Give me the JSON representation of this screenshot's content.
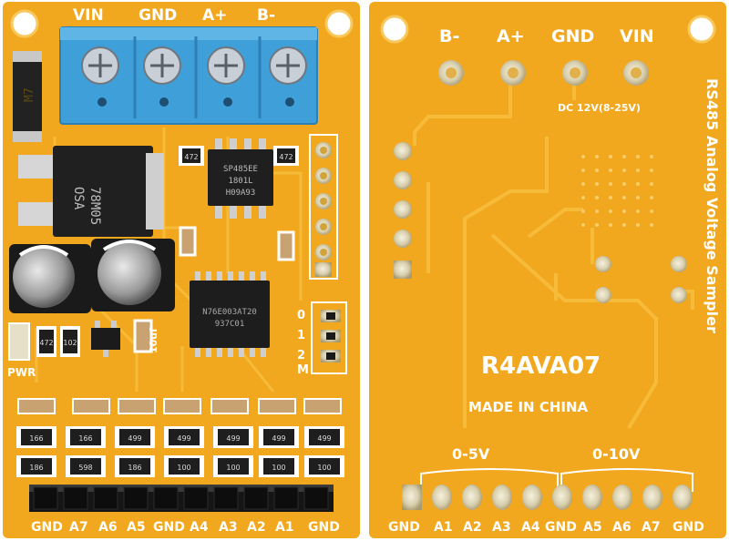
{
  "front": {
    "top_labels": [
      "VIN",
      "GND",
      "A+",
      "B-"
    ],
    "bottom_labels": [
      "GND",
      "A7",
      "A6",
      "A5",
      "GND",
      "A4",
      "A3",
      "A2",
      "A1",
      "GND"
    ],
    "pwr_label": "PWR",
    "m_labels": [
      "M",
      "2",
      "1",
      "0"
    ],
    "regulator_text": [
      "78M05",
      "OSA"
    ],
    "ic_transceiver_text": [
      "SP485EE",
      "1801L",
      "H09A93"
    ],
    "ic_mcu_text": [
      "N76E003AT20",
      "937C01"
    ],
    "cap_label": "10uf",
    "resistor_codes": [
      "472",
      "472",
      "472",
      "102",
      "166",
      "166",
      "499",
      "499",
      "499",
      "499",
      "186",
      "598",
      "186",
      "100",
      "100",
      "100"
    ],
    "diode_text": "M7"
  },
  "back": {
    "top_labels": [
      "B-",
      "A+",
      "GND",
      "VIN"
    ],
    "dc_label": "DC 12V(8-25V)",
    "side_title": "RS485 Analog Voltage Sampler",
    "model": "R4AVA07",
    "made_in": "MADE IN CHINA",
    "range_low": "0-5V",
    "range_high": "0-10V",
    "bottom_labels": [
      "GND",
      "A1",
      "A2",
      "A3",
      "A4",
      "GND",
      "A5",
      "A6",
      "A7",
      "GND"
    ]
  },
  "colors": {
    "pcb": "#f2a81e",
    "pcb_dark": "#e59a12",
    "trace": "#f7bb3a",
    "terminal": "#3f9fd8",
    "background": "#ffffff"
  }
}
